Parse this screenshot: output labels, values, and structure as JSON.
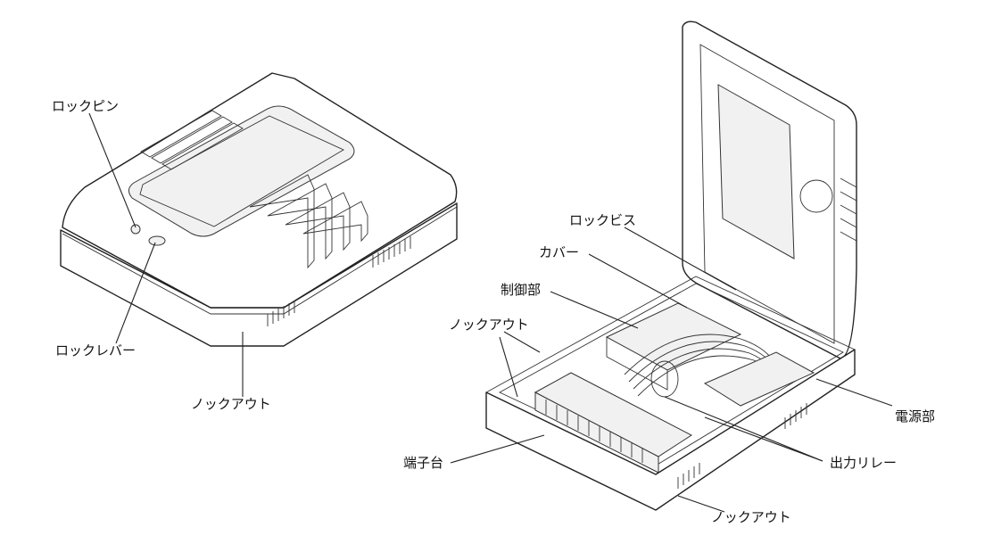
{
  "labels": {
    "lock_pin": "ロックピン",
    "lock_lever": "ロックレバー",
    "knockout_left": "ノックアウト",
    "lock_screw": "ロックビス",
    "cover": "カバー",
    "control_unit": "制御部",
    "knockout_inner": "ノックアウト",
    "power_unit": "電源部",
    "terminal_block": "端子台",
    "output_relay": "出力リレー",
    "knockout_bottom": "ノックアウト"
  }
}
